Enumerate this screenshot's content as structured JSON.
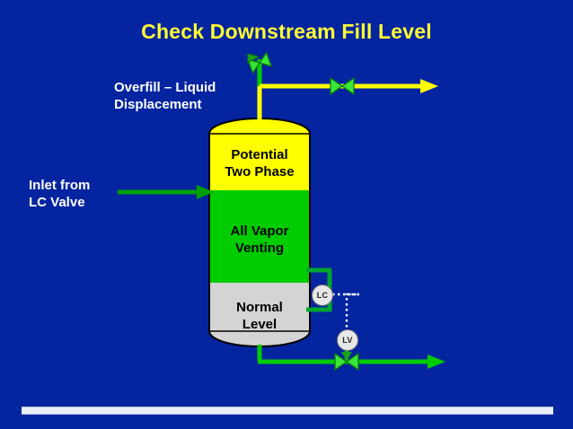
{
  "slide": {
    "background_color": "#0524A0",
    "title": "Check Downstream Fill Level",
    "title_color": "#FFFF33"
  },
  "labels": {
    "overfill": "Overfill – Liquid\nDisplacement",
    "inlet": "Inlet from\nLC Valve",
    "label_color": "#FFFFFF"
  },
  "vessel": {
    "name": "vertical-vessel",
    "outline_color": "#000000",
    "sections": [
      {
        "id": "potential-two-phase",
        "label": "Potential\nTwo Phase",
        "color": "#FFFF00",
        "text_color": "#000000"
      },
      {
        "id": "all-vapor-venting",
        "label": "All Vapor\nVenting",
        "color": "#00CC00",
        "text_color": "#000000"
      },
      {
        "id": "normal-level",
        "label": "Normal\nLevel",
        "color": "#D4D4D4",
        "text_color": "#000000"
      }
    ]
  },
  "instruments": [
    {
      "tag": "LC",
      "name": "level-controller-bubble",
      "fill": "#E8E8E8"
    },
    {
      "tag": "LV",
      "name": "level-valve-bubble",
      "fill": "#E8E8E8"
    }
  ],
  "piping": {
    "overflow_header_color": "#FFFF00",
    "vent_line_color": "#00CC00",
    "inlet_line_color": "#00A000",
    "outlet_line_color": "#00CC00",
    "signal_line_color": "#FFFFFF",
    "valve_fill": "#39E639",
    "items": [
      {
        "name": "vent-valve",
        "type": "control-valve"
      },
      {
        "name": "overflow-header-valve",
        "type": "control-valve"
      },
      {
        "name": "outlet-control-valve",
        "type": "control-valve"
      },
      {
        "name": "inlet-arrow",
        "type": "arrow"
      },
      {
        "name": "overflow-outlet-arrow",
        "type": "arrow"
      },
      {
        "name": "bottom-outlet-arrow",
        "type": "arrow"
      }
    ]
  }
}
